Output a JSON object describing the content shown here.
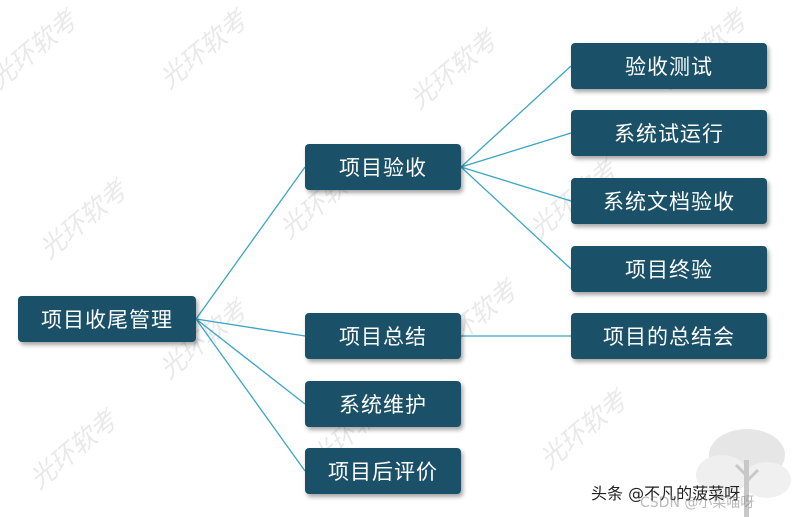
{
  "diagram": {
    "root": "项目收尾管理",
    "level1": [
      "项目验收",
      "项目总结",
      "系统维护",
      "项目后评价"
    ],
    "acceptance_children": [
      "验收测试",
      "系统试运行",
      "系统文档验收",
      "项目终验"
    ],
    "summary_children": [
      "项目的总结会"
    ]
  },
  "watermark": {
    "text": "光环软考"
  },
  "footer": {
    "credit": "头条 @不凡的菠菜呀",
    "overlay_text": "CSDN @小菜喵呀"
  },
  "colors": {
    "node_fill": "#1a5168",
    "node_text": "#ffffff",
    "connector": "#3ba6c4"
  }
}
